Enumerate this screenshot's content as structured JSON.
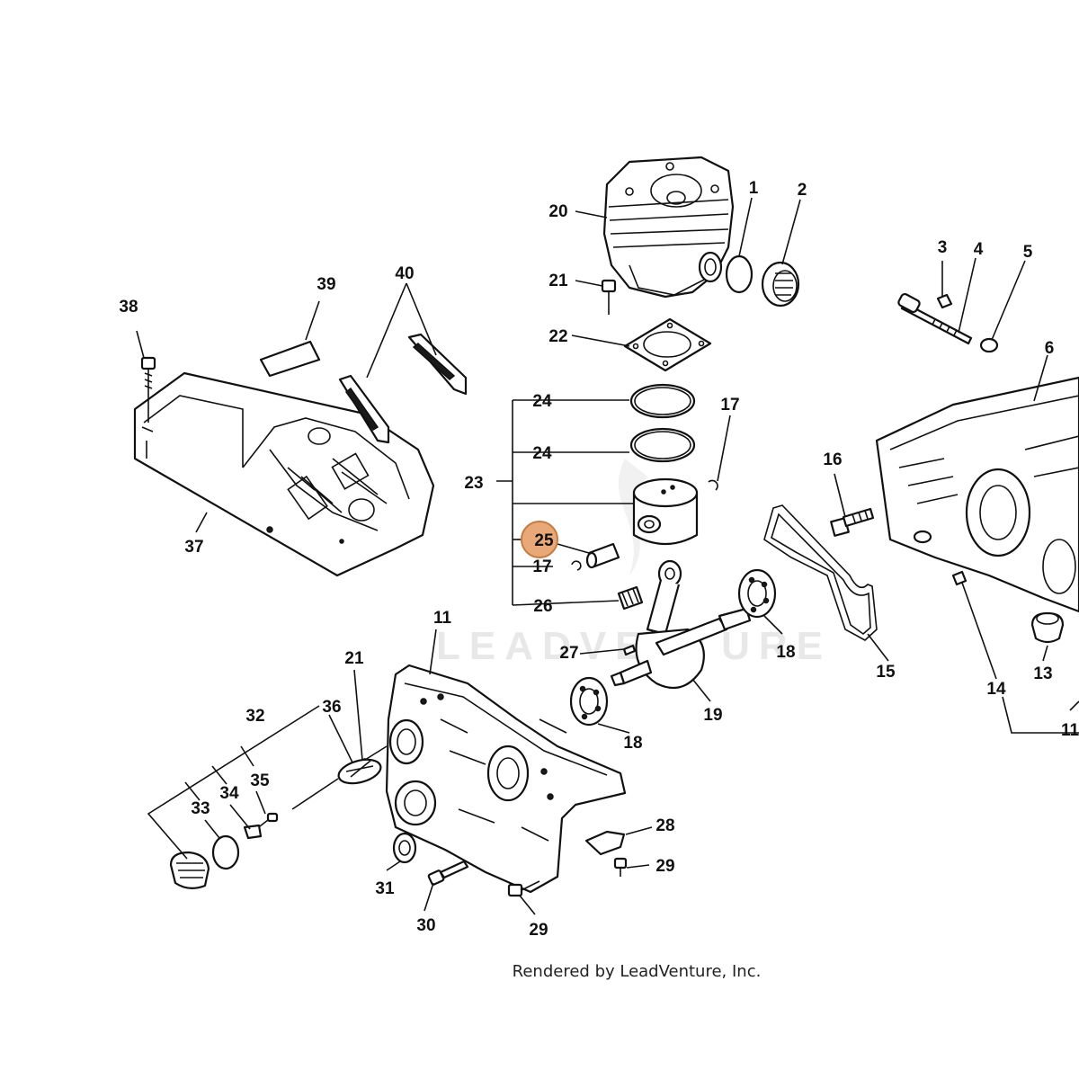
{
  "watermark": "LEADVENTURE",
  "footer": "Rendered by LeadVenture, Inc.",
  "highlighted_callout": "25",
  "colors": {
    "highlight": "#e8a878",
    "line": "#111111"
  },
  "callouts": {
    "c1": "1",
    "c2": "2",
    "c3": "3",
    "c4": "4",
    "c5": "5",
    "c6": "6",
    "c11a": "11",
    "c11b": "11",
    "c13": "13",
    "c14": "14",
    "c15": "15",
    "c16": "16",
    "c17a": "17",
    "c17b": "17",
    "c18a": "18",
    "c18b": "18",
    "c19": "19",
    "c20": "20",
    "c21a": "21",
    "c21b": "21",
    "c22": "22",
    "c23": "23",
    "c24a": "24",
    "c24b": "24",
    "c25": "25",
    "c26": "26",
    "c27": "27",
    "c28": "28",
    "c29a": "29",
    "c29b": "29",
    "c30": "30",
    "c31": "31",
    "c32": "32",
    "c33": "33",
    "c34": "34",
    "c35": "35",
    "c36": "36",
    "c37": "37",
    "c38": "38",
    "c39": "39",
    "c40": "40"
  }
}
